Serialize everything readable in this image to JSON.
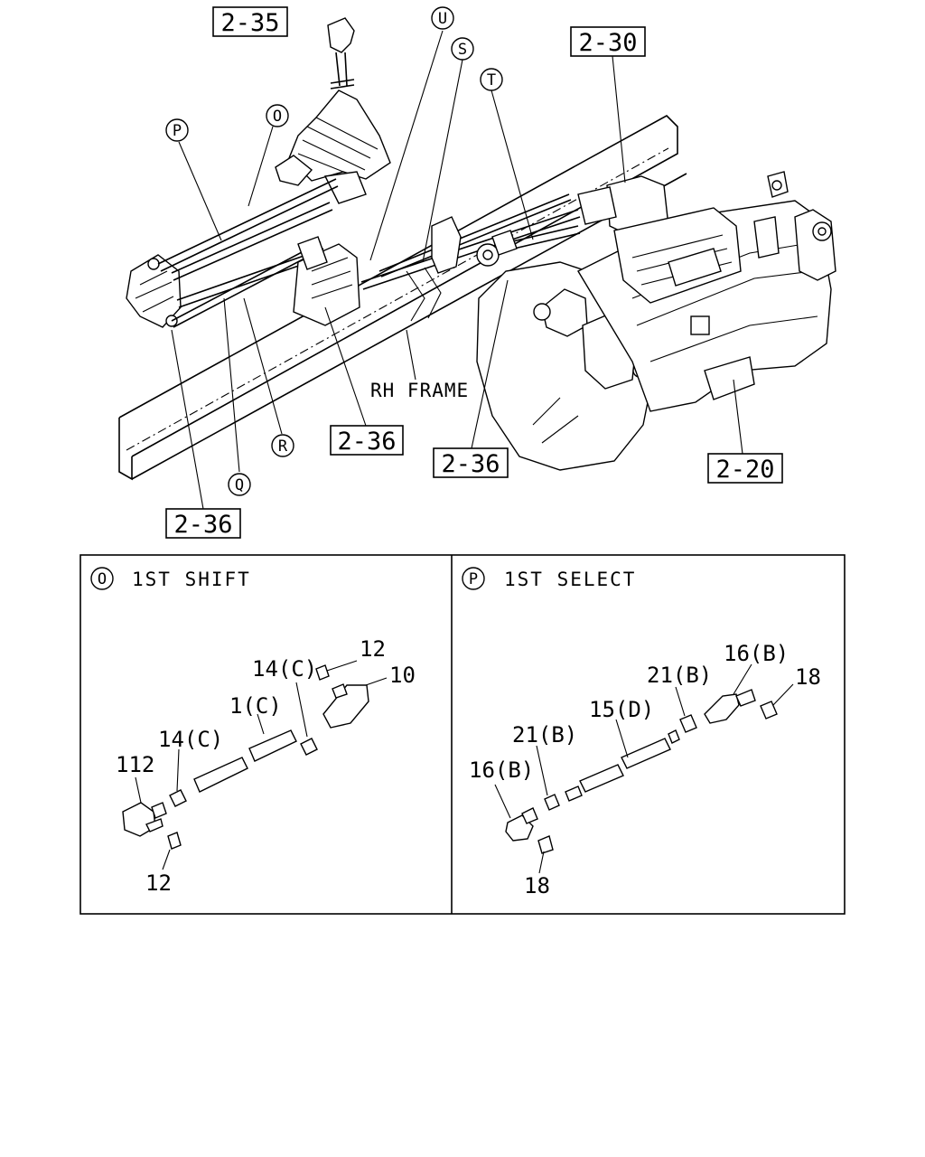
{
  "refs": {
    "r235": "2-35",
    "r230": "2-30",
    "r236a": "2-36",
    "r236b": "2-36",
    "r236c": "2-36",
    "r220": "2-20"
  },
  "callouts": {
    "U": "U",
    "S": "S",
    "T": "T",
    "P": "P",
    "O": "O",
    "R": "R",
    "Q": "Q"
  },
  "frame_label": "RH FRAME",
  "panel_left": {
    "letter": "O",
    "title": "1ST SHIFT",
    "labels": {
      "l12_top": "12",
      "l10": "10",
      "l14c_top": "14(C)",
      "l1c": "1(C)",
      "l14c_left": "14(C)",
      "l112": "112",
      "l12_bottom": "12"
    }
  },
  "panel_right": {
    "letter": "P",
    "title": "1ST SELECT",
    "labels": {
      "l16b_top": "16(B)",
      "l18_top": "18",
      "l21b_top": "21(B)",
      "l15d": "15(D)",
      "l21b_left": "21(B)",
      "l16b_left": "16(B)",
      "l18_bottom": "18"
    }
  }
}
